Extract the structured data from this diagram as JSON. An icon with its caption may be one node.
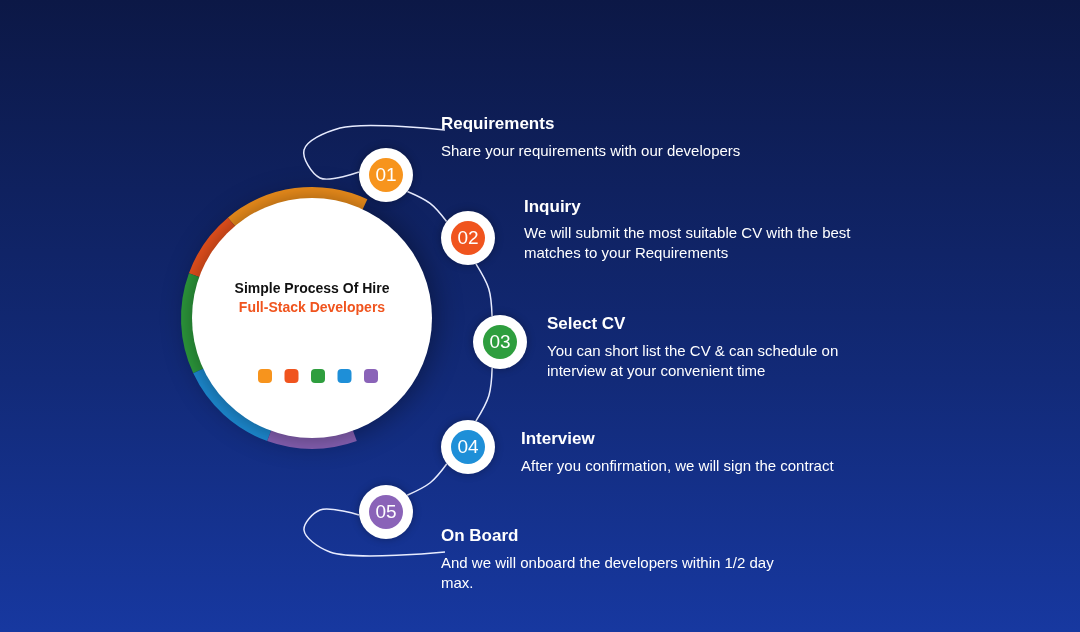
{
  "diagram": {
    "nodes": [
      {
        "text": [
          "Simple Process Of Hire **Full-Stack Developers**"
        ]
      },
      {
        "text": [
          "01"
        ],
        "beside": [
          "Requirements",
          "Share your requirements with our developers"
        ]
      },
      {
        "text": [
          "02"
        ],
        "beside": [
          "Inquiry",
          "We will submit the most suitable CV with the best matches to your Requirements"
        ]
      },
      {
        "text": [
          "03"
        ],
        "beside": [
          "Select CV",
          "You can short list the CV & can schedule on interview at your convenient time"
        ]
      },
      {
        "text": [
          "04"
        ],
        "beside": [
          "Interview",
          "After you confirmation, we will sign the contract"
        ]
      },
      {
        "text": [
          "05"
        ],
        "beside": [
          "On Board",
          "And we will onboard the developers within 1/2 day max."
        ]
      }
    ],
    "edges": [
      {
        "from": null,
        "to": 1,
        "arrow": "none"
      },
      {
        "from": 1,
        "to": 2,
        "arrow": "none"
      },
      {
        "from": 2,
        "to": 3,
        "arrow": "none"
      },
      {
        "from": 3,
        "to": 4,
        "arrow": "none"
      },
      {
        "from": 4,
        "to": 5,
        "arrow": "none"
      },
      {
        "from": 5,
        "to": null,
        "arrow": "none"
      }
    ]
  }
}
